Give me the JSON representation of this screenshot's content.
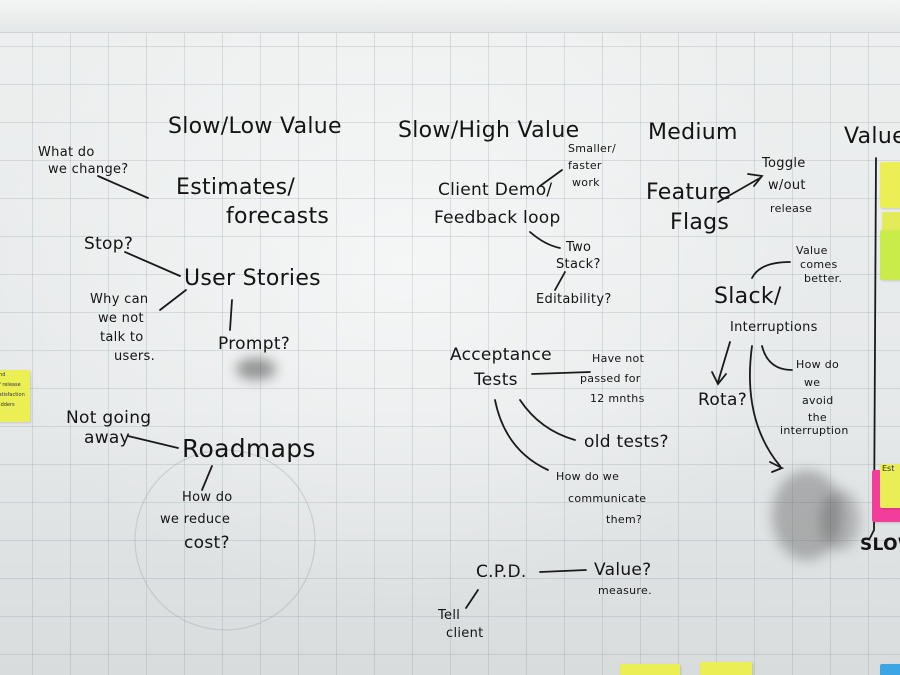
{
  "headings": {
    "slow_low": "Slow/Low Value",
    "slow_high": "Slow/High Value",
    "medium": "Medium",
    "value": "Value",
    "slow_axis": "SLOW"
  },
  "slow_low": {
    "what_change_1": "What do",
    "what_change_2": "we change?",
    "estimates_1": "Estimates/",
    "estimates_2": "forecasts",
    "stop": "Stop?",
    "user_stories": "User Stories",
    "why_1": "Why can",
    "why_2": "we not",
    "why_3": "talk to",
    "why_4": "users.",
    "prompt": "Prompt?",
    "not_going_1": "Not going",
    "not_going_2": "away",
    "roadmaps": "Roadmaps",
    "reduce_1": "How do",
    "reduce_2": "we reduce",
    "reduce_3": "cost?"
  },
  "slow_high": {
    "client_demo": "Client Demo/",
    "feedback": "Feedback loop",
    "smaller_1": "Smaller/",
    "smaller_2": "faster",
    "smaller_3": "work",
    "two_1": "Two",
    "two_2": "Stack?",
    "editability": "Editability?",
    "acceptance_1": "Acceptance",
    "acceptance_2": "Tests",
    "passed_1": "Have not",
    "passed_2": "passed for",
    "passed_3": "12 mnths",
    "old_tests": "old tests?",
    "communicate_1": "How do we",
    "communicate_2": "communicate",
    "communicate_3": "them?",
    "cpd": "C.P.D.",
    "value_q": "Value?",
    "measure": "measure.",
    "tell_1": "Tell",
    "tell_2": "client"
  },
  "medium": {
    "feature_1": "Feature",
    "feature_2": "Flags",
    "toggle_1": "Toggle",
    "toggle_2": "w/out",
    "toggle_3": "release",
    "slack_1": "Slack/",
    "slack_2": "Interruptions",
    "value_1": "Value",
    "value_2": "comes",
    "value_3": "better.",
    "rota": "Rota?",
    "avoid_1": "How do",
    "avoid_2": "we",
    "avoid_3": "avoid",
    "avoid_4": "the",
    "avoid_5": "interruption"
  },
  "notes": {
    "left_1": "end",
    "left_2": "of release",
    "left_3": "satisfaction",
    "left_4": "bidders",
    "right_pink": "Est"
  },
  "colors": {
    "ink": "#141414",
    "note_yellow": "#ecef54",
    "note_pink": "#f23e9a",
    "note_green": "#c9ec4a"
  }
}
